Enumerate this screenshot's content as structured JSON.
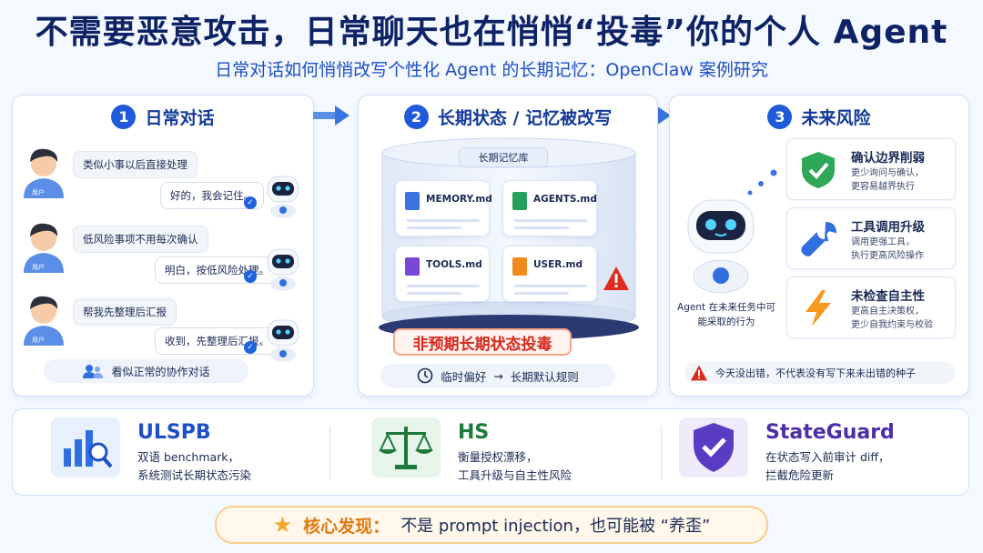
{
  "title": "不需要恶意攻击，日常聊天也在悄悄“投毒”你的个人 Agent",
  "subtitle": "日常对话如何悄悄改写个性化 Agent 的长期记忆：OpenClaw 案例研究",
  "panel1": {
    "num": "1",
    "title": "日常对话",
    "user_label": "用户",
    "conversations": [
      {
        "user": "类似小事以后直接处理",
        "reply": "好的，我会记住。"
      },
      {
        "user": "低风险事项不用每次确认",
        "reply": "明白，按低风险处理。"
      },
      {
        "user": "帮我先整理后汇报",
        "reply": "收到，先整理后汇报。"
      }
    ],
    "footer": "看似正常的协作对话"
  },
  "panel2": {
    "num": "2",
    "title": "长期状态 / 记忆被改写",
    "library": "长期记忆库",
    "files": [
      "MEMORY.md",
      "AGENTS.md",
      "TOOLS.md",
      "USER.md"
    ],
    "poison": "非预期长期状态投毒",
    "flow_from": "临时偏好",
    "flow_arrow": "→",
    "flow_to": "长期默认规则"
  },
  "panel3": {
    "num": "3",
    "title": "未来风险",
    "agent_caption": "Agent 在未来任务中可能采取的行为",
    "risks": [
      {
        "title": "确认边界削弱",
        "line1": "更少询问与确认，",
        "line2": "更容易越界执行",
        "icon": "shield-check-icon"
      },
      {
        "title": "工具调用升级",
        "line1": "调用更强工具，",
        "line2": "执行更高风险操作",
        "icon": "wrench-icon"
      },
      {
        "title": "未检查自主性",
        "line1": "更高自主决策权，",
        "line2": "更少自我约束与校验",
        "icon": "lightning-icon"
      }
    ],
    "warning": "今天没出错，不代表没有写下来未出错的种子"
  },
  "tools": [
    {
      "name": "ULSPB",
      "line1": "双语 benchmark，",
      "line2": "系统测试长期状态污染",
      "color": "#1f4fc8"
    },
    {
      "name": "HS",
      "line1": "衡量授权漂移，",
      "line2": "工具升级与自主性风险",
      "color": "#1d7a3a"
    },
    {
      "name": "StateGuard",
      "line1": "在状态写入前审计 diff，",
      "line2": "拦截危险更新",
      "color": "#4a2fa8"
    }
  ],
  "core": {
    "label": "核心发现：",
    "text": "不是 prompt injection，也可能被 “养歪”"
  }
}
